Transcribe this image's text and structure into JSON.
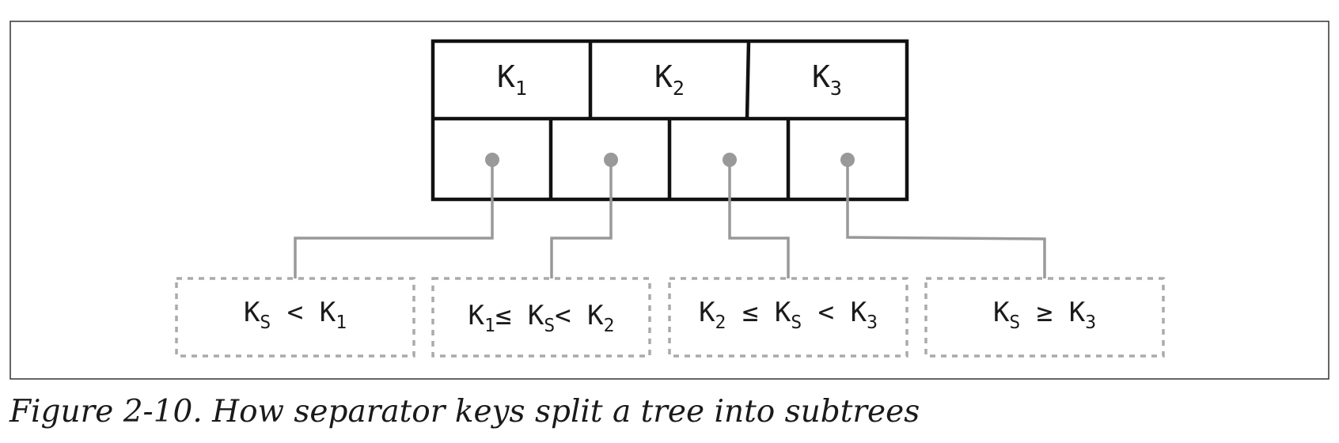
{
  "separator_keys": [
    {
      "base": "K",
      "sub": "1"
    },
    {
      "base": "K",
      "sub": "2"
    },
    {
      "base": "K",
      "sub": "3"
    }
  ],
  "subtree_ranges": [
    [
      {
        "t": "K",
        "s": "S"
      },
      {
        "t": " < "
      },
      {
        "t": "K",
        "s": "1"
      }
    ],
    [
      {
        "t": "K",
        "s": "1"
      },
      {
        "t": "≤ "
      },
      {
        "t": "K",
        "s": "S"
      },
      {
        "t": "< "
      },
      {
        "t": "K",
        "s": "2"
      }
    ],
    [
      {
        "t": "K",
        "s": "2"
      },
      {
        "t": " ≤ "
      },
      {
        "t": "K",
        "s": "S"
      },
      {
        "t": " < "
      },
      {
        "t": "K",
        "s": "3"
      }
    ],
    [
      {
        "t": "K",
        "s": "S"
      },
      {
        "t": " ≥ "
      },
      {
        "t": "K",
        "s": "3"
      }
    ]
  ],
  "caption": "Figure 2-10. How separator keys split a tree into subtrees",
  "colors": {
    "frame": "#333333",
    "node_stroke": "#111111",
    "pointer": "#999999",
    "dashed_box": "#aaaaaa",
    "text": "#1a1a1a"
  }
}
